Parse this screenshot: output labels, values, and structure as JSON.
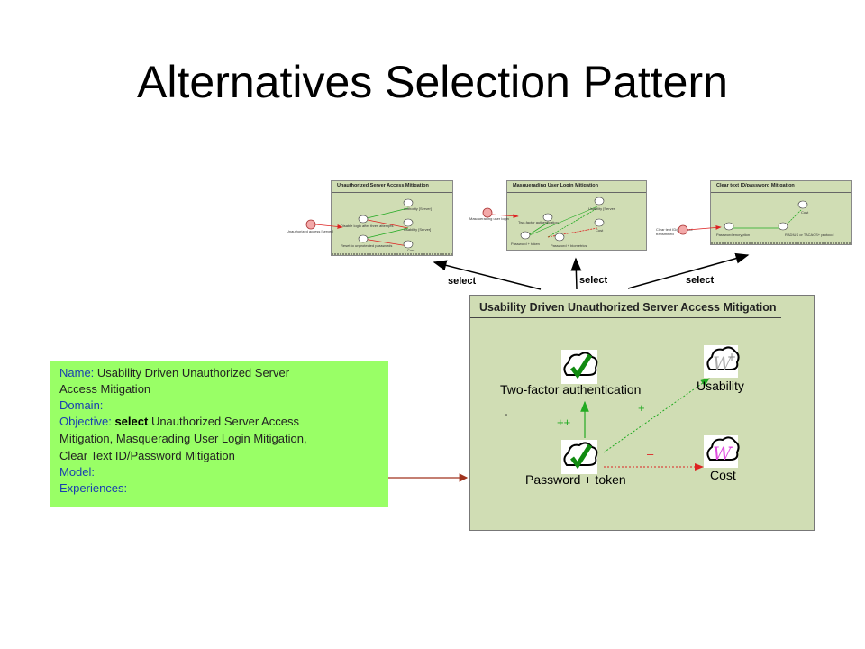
{
  "title": "Alternatives Selection Pattern",
  "thumbnails": [
    {
      "title": "Unauthorized Server Access Mitigation",
      "texts": [
        "Unauthorized access [server]",
        "Authority [Server]",
        "Disable login after thres attempts",
        "Usability [Server]",
        "Reset to unprotected passwords",
        "Cost"
      ]
    },
    {
      "title": "Masquerading User Login Mitigation",
      "texts": [
        "Masquerading user login",
        "Usability [Server]",
        "Two-factor authentication",
        "Cost",
        "Password + token",
        "Password + biometrics"
      ]
    },
    {
      "title": "Clear text ID/password Mitigation",
      "texts": [
        "Clear text ID/password transmitted",
        "Cost",
        "Password encryption",
        "RADIUS or TACACS+ protocol"
      ]
    }
  ],
  "select_labels": [
    "select",
    "select",
    "select"
  ],
  "main": {
    "title": "Usability Driven Unauthorized Server Access Mitigation",
    "node_two_factor": "Two-factor authentication",
    "node_password": "Password + token",
    "node_usability": "Usability",
    "node_cost": "Cost",
    "contrib_pp": "++",
    "contrib_plus": "+",
    "contrib_minus": "–"
  },
  "pattern": {
    "name_key": "Name:",
    "name_line1": "Usability Driven Unauthorized Server",
    "name_line2": "Access Mitigation",
    "domain_key": "Domain:",
    "objective_key": "Objective:",
    "objective_select": "select",
    "objective_line1": "Unauthorized Server Access",
    "objective_line2": "Mitigation, Masquerading User Login Mitigation,",
    "objective_line3": "Clear Text  ID/Password Mitigation",
    "model_key": "Model:",
    "experiences_key": "Experiences:"
  },
  "colors": {
    "box_fill": "#d0ddb4",
    "pattern_fill": "#99ff66",
    "key_blue": "#1a3fb0",
    "positive_green": "#22aa22",
    "negative_red": "#dd2222",
    "link_brown": "#a0331e"
  }
}
